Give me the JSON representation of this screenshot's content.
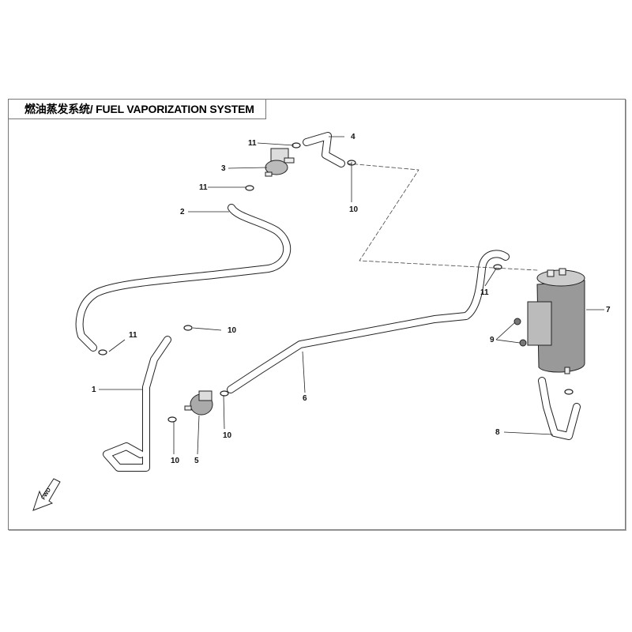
{
  "title": "燃油蒸发系统/ FUEL VAPORIZATION SYSTEM",
  "fwd_icon_text": "FWD",
  "callouts": [
    "11",
    "3",
    "11",
    "2",
    "4",
    "10",
    "11",
    "10",
    "1",
    "6",
    "10",
    "5",
    "10",
    "11",
    "7",
    "9",
    "8"
  ]
}
